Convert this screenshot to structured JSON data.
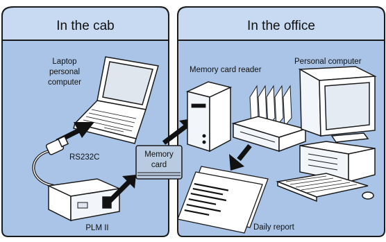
{
  "panels": {
    "left_title": "In the cab",
    "right_title": "In the office"
  },
  "labels": {
    "laptop": [
      "Laptop",
      "personal",
      "computer"
    ],
    "rs232c": "RS232C",
    "plm": "PLM II",
    "memory_card": [
      "Memory",
      "card"
    ],
    "card_reader": "Memory card reader",
    "personal_computer": "Personal computer",
    "daily_report": "Daily report"
  },
  "colors": {
    "panel_fill": "#a9c4e6",
    "title_fill": "#c7daf1",
    "outline": "#1a1a1a",
    "device_fill": "#ffffff",
    "card_fill": "#b9cbe1",
    "arrow": "#111111"
  }
}
